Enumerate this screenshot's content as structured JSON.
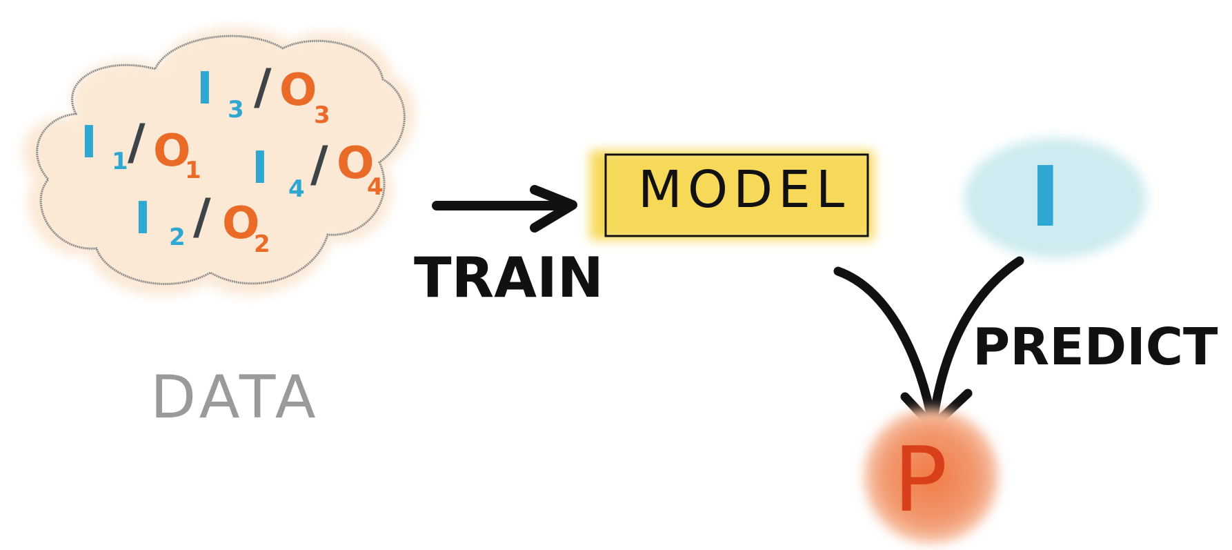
{
  "data_label": "DATA",
  "pairs": [
    {
      "input": "I",
      "input_sub": "3",
      "sep": "/",
      "output": "O",
      "output_sub": "3"
    },
    {
      "input": "I",
      "input_sub": "1",
      "sep": "/",
      "output": "O",
      "output_sub": "1"
    },
    {
      "input": "I",
      "input_sub": "4",
      "sep": "/",
      "output": "O",
      "output_sub": "4"
    },
    {
      "input": "I",
      "input_sub": "2",
      "sep": "/",
      "output": "O",
      "output_sub": "2"
    }
  ],
  "train_label": "TRAIN",
  "model_label": "MODEL",
  "input_label": "I",
  "predict_label": "PREDICT",
  "prediction_label": "P",
  "colors": {
    "input": "#2fa7d3",
    "output": "#ea6b28",
    "separator": "#3d4347",
    "cloud_fill": "#fbe9d6",
    "cloud_stroke": "#8b8b8b",
    "model_fill": "#f7d95a",
    "input_blob": "#cdebf0",
    "prediction_blob": "#f2885a",
    "prediction_text": "#d8401c",
    "ink": "#111111",
    "data_label": "#9a9a9a"
  }
}
